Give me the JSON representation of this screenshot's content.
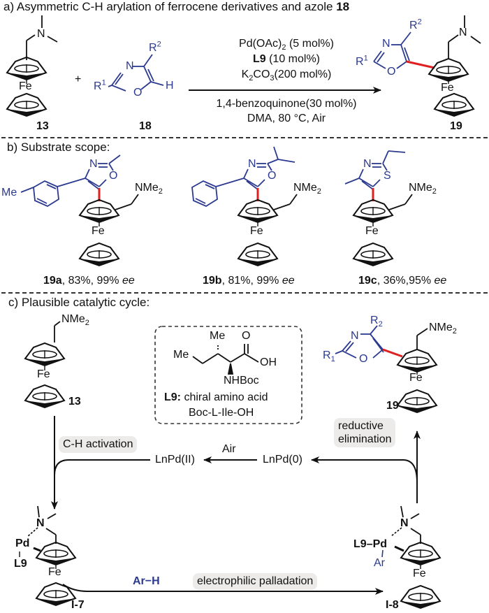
{
  "colors": {
    "ink": "#111111",
    "heterocycle": "#2b3a8f",
    "new_bond": "#e02020",
    "label_bg": "#ecebea"
  },
  "section_a": {
    "heading": "a) Asymmetric C-H arylation of ferrocene derivatives and azole ",
    "heading_bold": "18",
    "reactant1": {
      "label": "13",
      "N": "N",
      "Fe": "Fe"
    },
    "plus": "+",
    "reactant2": {
      "label": "18",
      "R1": "R",
      "R1_sup": "1",
      "R2": "R",
      "R2_sup": "2",
      "N": "N",
      "O": "O",
      "H": "H"
    },
    "conditions_above": [
      {
        "pre": "Pd(OAc)",
        "sub": "2",
        "post": " (5 mol%)"
      },
      {
        "bold": "L9",
        "post": " (10 mol%)"
      },
      {
        "pre": "K",
        "sub": "2",
        "mid": "CO",
        "sub2": "3",
        "post": "(200 mol%)"
      }
    ],
    "conditions_below": [
      "1,4-benzoquinone(30 mol%)",
      "DMA, 80 °C, Air"
    ],
    "product": {
      "label": "19",
      "R1": "R",
      "R1_sup": "1",
      "R2": "R",
      "R2_sup": "2",
      "N": "N",
      "O": "O",
      "Fe": "Fe",
      "NMe": "N"
    }
  },
  "section_b": {
    "heading": "b) Substrate scope:",
    "compounds": [
      {
        "id": "19a",
        "yield": ", 83%, 99% ",
        "ee": "ee",
        "Me": "Me",
        "N": "N",
        "O": "O",
        "NMe2": "NMe",
        "NMe2_sub": "2",
        "Fe": "Fe"
      },
      {
        "id": "19b",
        "yield": ", 81%, 99% ",
        "ee": "ee",
        "N": "N",
        "O": "O",
        "NMe2": "NMe",
        "NMe2_sub": "2",
        "Fe": "Fe"
      },
      {
        "id": "19c",
        "yield": ", 36%,95%  ",
        "ee": "ee",
        "N": "N",
        "S": "S",
        "NMe2": "NMe",
        "NMe2_sub": "2",
        "Fe": "Fe"
      }
    ]
  },
  "section_c": {
    "heading": "c) Plausible catalytic cycle:",
    "start": {
      "label": "13",
      "NMe2": "NMe",
      "NMe2_sub": "2",
      "Fe": "Fe"
    },
    "ligand_box": {
      "Me_top": "Me",
      "Me_left": "Me",
      "O": "O",
      "OH": "OH",
      "NHBoc": "NHBoc",
      "caption_bold": "L9:",
      "caption": " chiral amino acid",
      "name": "Boc-L-Ile-OH"
    },
    "product": {
      "label": "19",
      "R1": "R",
      "R1_sub": "1",
      "R2": "R",
      "R2_sub": "2",
      "N": "N",
      "O": "O",
      "NMe2": "NMe",
      "NMe2_sub": "2",
      "Fe": "Fe"
    },
    "steps": {
      "ch_activation": "C-H activation",
      "air": "Air",
      "lnpd2": "LnPd(II)",
      "lnpd0": "LnPd(0)",
      "reductive": "reductive",
      "elimination": "elimination",
      "electrophilic": "electrophilic palladation",
      "arh": "Ar−H"
    },
    "int7": {
      "label": "I-7",
      "N": "N",
      "Pd": "Pd",
      "L9": "L9",
      "Fe": "Fe"
    },
    "int8": {
      "label": "I-8",
      "N": "N",
      "L9Pd": "L9–Pd",
      "Ar": "Ar",
      "Fe": "Fe"
    }
  }
}
